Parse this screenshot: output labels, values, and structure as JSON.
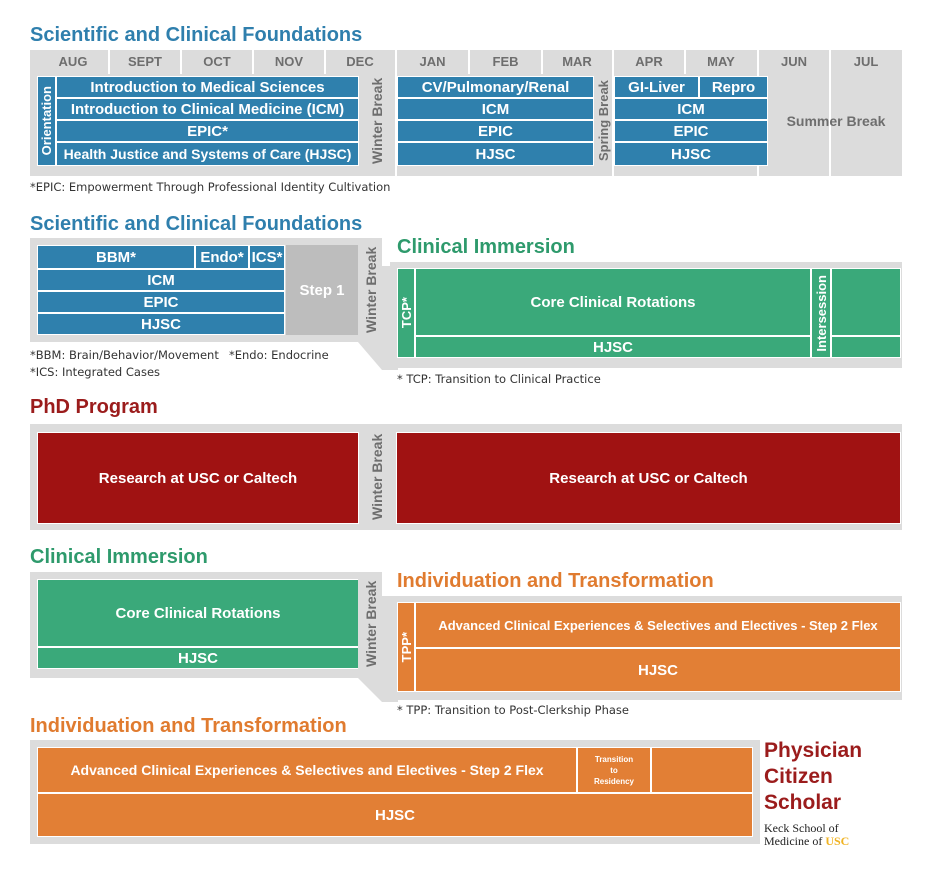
{
  "section1": {
    "title": "Scientific and Clinical Foundations",
    "months": [
      "AUG",
      "SEPT",
      "OCT",
      "NOV",
      "DEC",
      "JAN",
      "FEB",
      "MAR",
      "APR",
      "MAY",
      "JUN",
      "JUL"
    ],
    "orientation": "Orientation",
    "intro_med_sci": "Introduction to Medical Sciences",
    "icm_full": "Introduction to Clinical Medicine (ICM)",
    "epic_star": "EPIC*",
    "hjsc_full": "Health Justice and Systems of Care (HJSC)",
    "winter_break": "Winter Break",
    "cv_pulm_renal": "CV/Pulmonary/Renal",
    "icm": "ICM",
    "epic": "EPIC",
    "hjsc": "HJSC",
    "spring_break": "Spring Break",
    "gi_liver": "GI-Liver",
    "repro": "Repro",
    "summer_break": "Summer Break",
    "footnote": "*EPIC: Empowerment Through Professional Identity Cultivation"
  },
  "section2": {
    "title": "Scientific and Clinical Foundations",
    "bbm": "BBM*",
    "endo": "Endo*",
    "ics": "ICS*",
    "icm": "ICM",
    "epic": "EPIC",
    "hjsc": "HJSC",
    "step1": "Step 1",
    "winter_break": "Winter Break",
    "footnote_bbm": "*BBM: Brain/Behavior/Movement",
    "footnote_endo": "*Endo: Endocrine",
    "footnote_ics": "*ICS: Integrated Cases",
    "ci_title": "Clinical Immersion",
    "tcp": "TCP*",
    "core_rotations": "Core Clinical Rotations",
    "intersession": "Intersession",
    "ci_hjsc": "HJSC",
    "tcp_note": "* TCP: Transition to Clinical Practice"
  },
  "section3": {
    "title": "PhD Program",
    "research_left": "Research at USC or Caltech",
    "winter_break": "Winter Break",
    "research_right": "Research at USC or Caltech"
  },
  "section4": {
    "title": "Clinical Immersion",
    "core_rotations": "Core Clinical Rotations",
    "hjsc": "HJSC",
    "winter_break": "Winter Break",
    "it_title": "Individuation and Transformation",
    "tpp": "TPP*",
    "advanced": "Advanced Clinical Experiences & Selectives and Electives - Step 2 Flex",
    "it_hjsc": "HJSC",
    "tpp_note": "* TPP:  Transition to Post-Clerkship Phase"
  },
  "section5": {
    "title": "Individuation and Transformation",
    "advanced": "Advanced Clinical Experiences & Selectives and Electives - Step 2 Flex",
    "transition_1": "Transition",
    "transition_2": "to",
    "transition_3": "Residency",
    "hjsc": "HJSC"
  },
  "brand": {
    "line1": "Physician",
    "line2": "Citizen",
    "line3": "Scholar",
    "keck_1": "Keck School of",
    "keck_2": "Medicine of ",
    "usc": "USC"
  }
}
